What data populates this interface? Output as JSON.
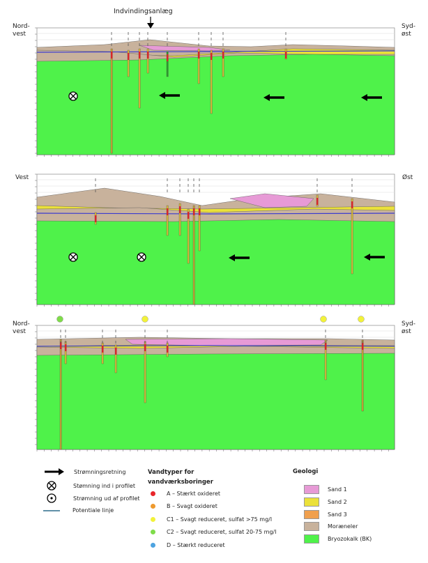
{
  "annotation": "Indvindingsanlæg",
  "profiles": [
    {
      "left": "Nord-\nvest",
      "right": "Syd-\nøst"
    },
    {
      "left": "Vest",
      "right": "Øst"
    },
    {
      "left": "Nord-\nvest",
      "right": "Syd-\nøst"
    }
  ],
  "legend_symbols": {
    "items": [
      {
        "icon": "arrow-left-icon",
        "label": "Strømningsretning"
      },
      {
        "icon": "circle-x-icon",
        "label": "Stømning ind i profilet"
      },
      {
        "icon": "circle-dot-icon",
        "label": "Strømning ud af profilet"
      },
      {
        "icon": "line-icon",
        "label": "Potentiale linje"
      }
    ]
  },
  "legend_water": {
    "title1": "Vandtyper  for",
    "title2": "vandværksboringer",
    "items": [
      {
        "color": "#e8262a",
        "label": "A – Stærkt oxideret"
      },
      {
        "color": "#ee9a2e",
        "label": "B – Svagt oxideret"
      },
      {
        "color": "#f2f23a",
        "label": "C1 – Svagt reduceret, sulfat >75 mg/l"
      },
      {
        "color": "#7fdc4a",
        "label": "C2 – Svagt reduceret, sulfat 20-75 mg/l"
      },
      {
        "color": "#4da3e0",
        "label": "D – Stærkt reduceret"
      }
    ]
  },
  "legend_geology": {
    "title": "Geologi",
    "items": [
      {
        "color": "#e79ad6",
        "label": "Sand 1"
      },
      {
        "color": "#ebe13a",
        "label": "Sand 2"
      },
      {
        "color": "#f0a04e",
        "label": "Sand 3"
      },
      {
        "color": "#c8b29c",
        "label": "Moræneler"
      },
      {
        "color": "#4ff24a",
        "label": "Bryozokalk (BK)"
      }
    ]
  }
}
